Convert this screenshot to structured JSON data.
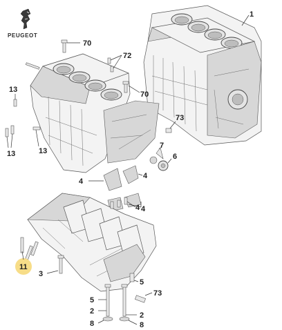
{
  "brand": {
    "name": "PEUGEOT",
    "logo_icon": "peugeot-lion-icon"
  },
  "highlight_color": "#f7dd88",
  "callouts": {
    "c1": "1",
    "c70a": "70",
    "c72": "72",
    "c70b": "70",
    "c73a": "73",
    "c13a": "13",
    "c13b": "13",
    "c13c": "13",
    "c7": "7",
    "c6": "6",
    "c4a": "4",
    "c4b": "4",
    "c4c": "4",
    "c4d": "4",
    "c11": "11",
    "c3": "3",
    "c5a": "5",
    "c5b": "5",
    "c73b": "73",
    "c2a": "2",
    "c2b": "2",
    "c8a": "8",
    "c8b": "8"
  }
}
